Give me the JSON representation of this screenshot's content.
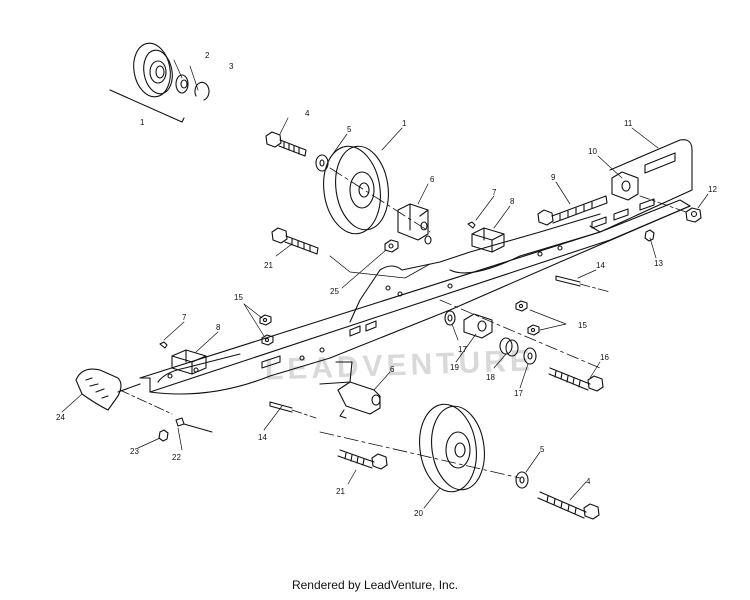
{
  "watermark": "LEADVENTURE",
  "footer": {
    "credit": "Rendered by LeadVenture, Inc."
  },
  "callouts": {
    "c1a": "1",
    "c2": "2",
    "c3": "3",
    "c4a": "4",
    "c5a": "5",
    "c1b": "1",
    "c6a": "6",
    "c7a": "7",
    "c8a": "8",
    "c9": "9",
    "c10": "10",
    "c11": "11",
    "c12": "12",
    "c13": "13",
    "c14a": "14",
    "c21a": "21",
    "c25": "25",
    "c15a": "15",
    "c15b": "15",
    "c7b": "7",
    "c8b": "8",
    "c17a": "17",
    "c19": "19",
    "c18": "18",
    "c17b": "17",
    "c16": "16",
    "c24": "24",
    "c14b": "14",
    "c6b": "6",
    "c23": "23",
    "c22": "22",
    "c21b": "21",
    "c20": "20",
    "c5b": "5",
    "c4b": "4"
  }
}
